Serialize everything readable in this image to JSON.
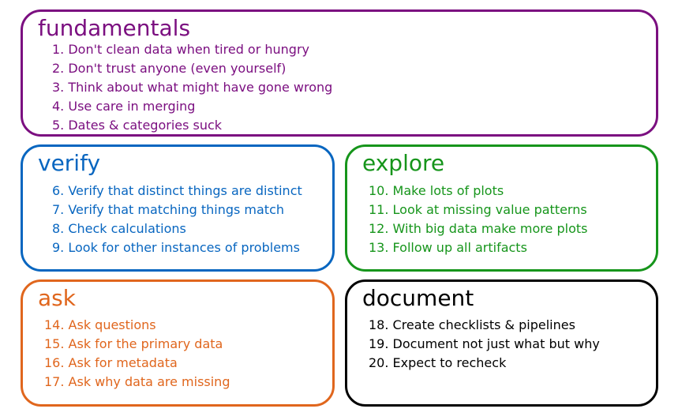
{
  "colors": {
    "fundamentals": "#7b0f80",
    "verify": "#0866c0",
    "explore": "#16951b",
    "ask": "#e0661d",
    "document": "#000000"
  },
  "boxes": {
    "fundamentals": {
      "title": "fundamentals",
      "items": [
        "1. Don't clean data when tired or hungry",
        "2. Don't trust anyone (even yourself)",
        "3. Think about what might have gone wrong",
        "4. Use care in merging",
        "5. Dates & categories suck"
      ]
    },
    "verify": {
      "title": "verify",
      "items": [
        "6. Verify that distinct things are distinct",
        "7. Verify that matching things match",
        "8. Check calculations",
        "9. Look for other instances of problems"
      ]
    },
    "explore": {
      "title": "explore",
      "items": [
        "10. Make lots of plots",
        "11. Look at missing value patterns",
        "12. With big data make more plots",
        "13. Follow up all artifacts"
      ]
    },
    "ask": {
      "title": "ask",
      "items": [
        "14. Ask questions",
        "15. Ask for the primary data",
        "16. Ask for metadata",
        "17. Ask why data are missing"
      ]
    },
    "document": {
      "title": "document",
      "items": [
        "18. Create checklists & pipelines",
        "19. Document not just what but why",
        "20. Expect to recheck"
      ]
    }
  }
}
